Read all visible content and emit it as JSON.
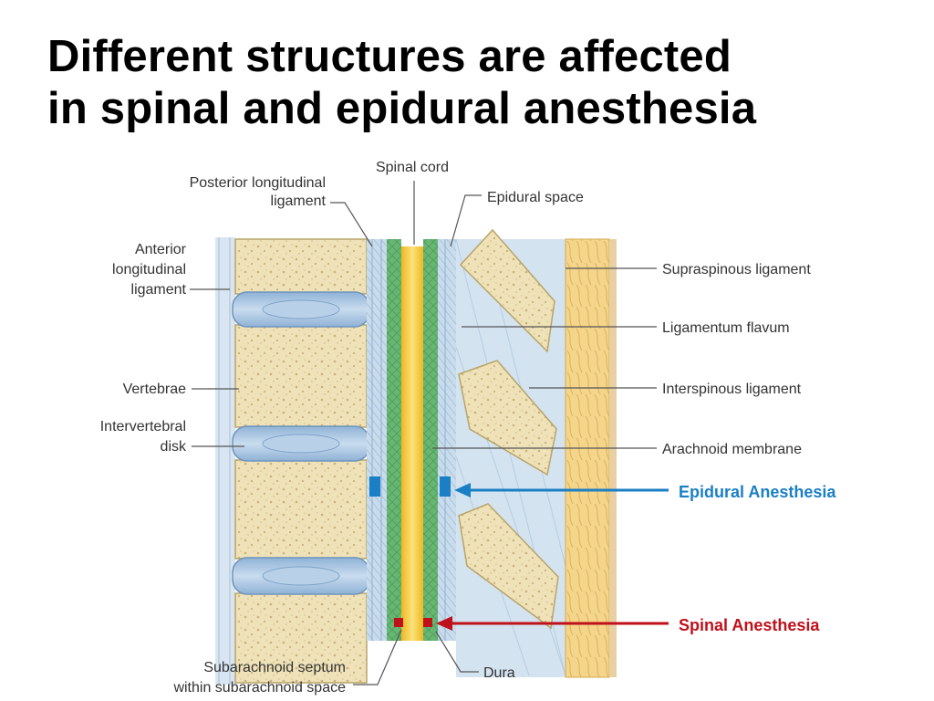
{
  "title": {
    "line1": "Different structures are affected",
    "line2": "in spinal and epidural anesthesia"
  },
  "labels": {
    "spinal_cord": "Spinal cord",
    "posterior_ligament_l1": "Posterior longitudinal",
    "posterior_ligament_l2": "ligament",
    "epidural_space": "Epidural space",
    "anterior_ligament_l1": "Anterior",
    "anterior_ligament_l2": "longitudinal",
    "anterior_ligament_l3": "ligament",
    "supraspinous": "Supraspinous ligament",
    "ligamentum_flavum": "Ligamentum flavum",
    "vertebrae": "Vertebrae",
    "interspinous": "Interspinous ligament",
    "intervertebral_l1": "Intervertebral",
    "intervertebral_l2": "disk",
    "arachnoid": "Arachnoid membrane",
    "subarachnoid_l1": "Subarachnoid septum",
    "subarachnoid_l2": "within subarachnoid space",
    "dura": "Dura"
  },
  "annotations": {
    "epidural": "Epidural Anesthesia",
    "spinal": "Spinal Anesthesia"
  },
  "colors": {
    "epidural": "#1a7fc4",
    "spinal": "#c0101a",
    "bone": "#efe2b8",
    "disk": "#a9c6e3",
    "cord": "#f3c431",
    "arachnoid": "#5cae6a",
    "ligament_blue": "#c7d9ea",
    "fat": "#f4d58c"
  }
}
